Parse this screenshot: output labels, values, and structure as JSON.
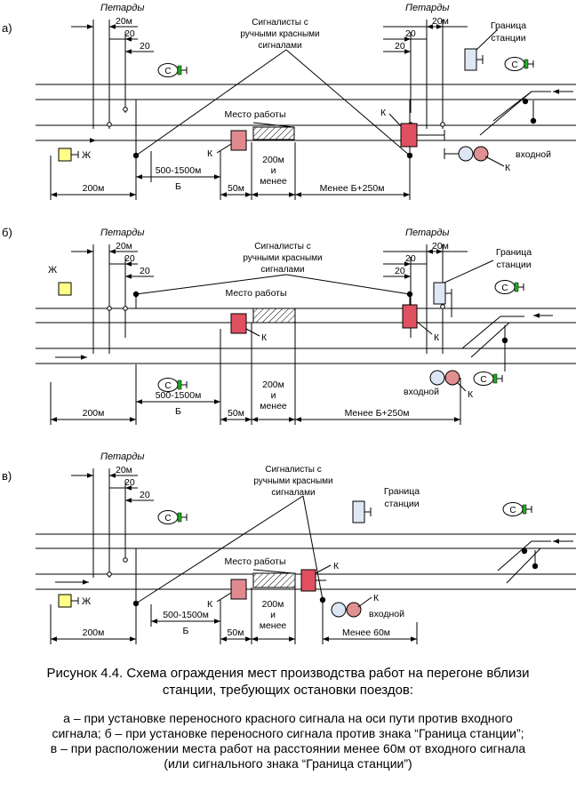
{
  "panels": [
    {
      "letter": "а)",
      "petardy_left": "Петарды",
      "petardy_right": "Петарды",
      "dim_20m": "20м",
      "dim_20": "20",
      "signalmen": [
        "Сигналисты с",
        "ручными красными",
        "сигналами"
      ],
      "work_place": "Место работы",
      "station_border": [
        "Граница",
        "станции"
      ],
      "label_k": "К",
      "label_zh": "Ж",
      "label_s": "С",
      "entry_signal": "входной",
      "dim_bottom": [
        "200м",
        "500-1500м",
        "Б",
        "50м",
        "200м",
        "и",
        "менее",
        "Менее Б+250м"
      ]
    },
    {
      "letter": "б)",
      "petardy_left": "Петарды",
      "petardy_right": "Петарды",
      "dim_20m": "20м",
      "dim_20": "20",
      "signalmen": [
        "Сигналисты с",
        "ручными красными",
        "сигналами"
      ],
      "work_place": "Место работы",
      "station_border": [
        "Граница",
        "станции"
      ],
      "label_k": "К",
      "label_zh": "Ж",
      "label_s": "С",
      "entry_signal": "входной",
      "dim_bottom": [
        "200м",
        "500-1500м",
        "Б",
        "50м",
        "200м",
        "и",
        "менее",
        "Менее Б+250м"
      ]
    },
    {
      "letter": "в)",
      "petardy_left": "Петарды",
      "dim_20m": "20м",
      "dim_20": "20",
      "signalmen": [
        "Сигналисты с",
        "ручными красными",
        "сигналами"
      ],
      "work_place": "Место работы",
      "station_border": [
        "Граница",
        "станции"
      ],
      "label_k": "К",
      "label_zh": "Ж",
      "label_s": "С",
      "entry_signal": "входной",
      "dim_bottom": [
        "200м",
        "500-1500м",
        "Б",
        "50м",
        "200м",
        "и",
        "менее",
        "Менее 60м"
      ]
    }
  ],
  "caption": {
    "title": [
      "Рисунок 4.4. Схема ограждения мест производства работ на перегоне вблизи",
      "станции, требующих остановки поездов:"
    ],
    "lines": [
      "а – при установке переносного красного сигнала на оси пути против входного",
      "сигнала; б – при установке переносного сигнала против знака “Граница станции”;",
      "в – при расположении места работ на расстоянии менее 60м от входного сигнала",
      "(или сигнального знака “Граница станции”)"
    ]
  },
  "colors": {
    "red_signal": "#e05060",
    "red_signal_light": "#e08a8f",
    "yellow_signal": "#ffff88",
    "green_lens": "#22aa22",
    "station_sign": "#dfe6f4",
    "lens_blue": "#dde6f5",
    "lens_red": "#e09090"
  }
}
